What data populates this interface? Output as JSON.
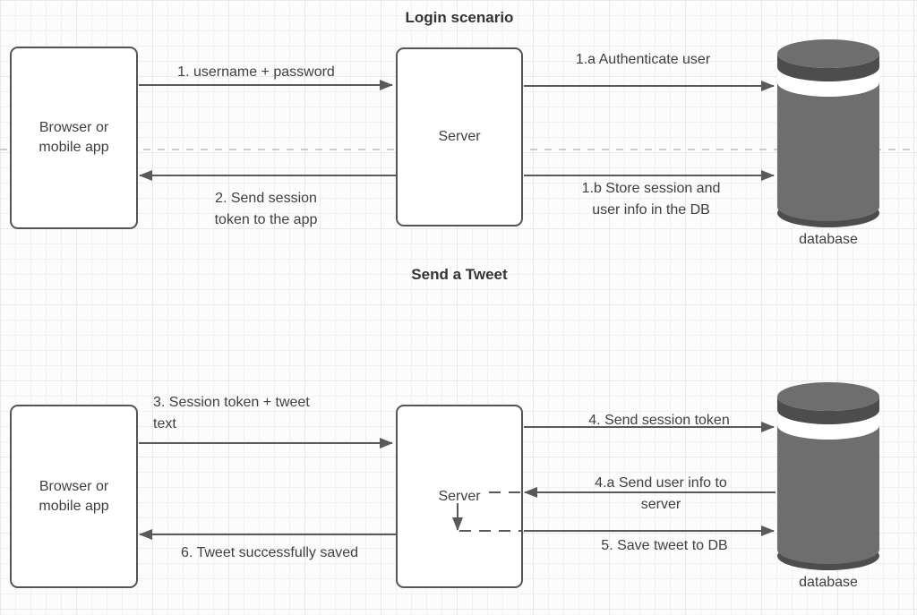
{
  "titles": {
    "login": "Login scenario",
    "tweet": "Send a Tweet"
  },
  "nodes": {
    "browser_top": {
      "lines": [
        "Browser or",
        "mobile app"
      ]
    },
    "server_top": {
      "label": "Server"
    },
    "db_top": {
      "label": "database"
    },
    "browser_bottom": {
      "lines": [
        "Browser or",
        "mobile app"
      ]
    },
    "server_bottom": {
      "label": "Server"
    },
    "db_bottom": {
      "label": "database"
    }
  },
  "flows": {
    "f1": {
      "lines": [
        "1. username + password"
      ]
    },
    "f1a": {
      "lines": [
        "1.a Authenticate user"
      ]
    },
    "f2": {
      "lines": [
        "2. Send session",
        "token to the app"
      ]
    },
    "f1b": {
      "lines": [
        "1.b Store session and",
        "user info in the DB"
      ]
    },
    "f3": {
      "lines": [
        "3. Session token + tweet",
        "text"
      ]
    },
    "f4": {
      "lines": [
        "4. Send session token"
      ]
    },
    "f4a": {
      "lines": [
        "4.a Send user info to",
        "server"
      ]
    },
    "f5": {
      "lines": [
        "5. Save tweet to DB"
      ]
    },
    "f6": {
      "lines": [
        "6. Tweet successfully saved"
      ]
    }
  },
  "icons": {
    "database_top": "database-cylinder-icon",
    "database_bottom": "database-cylinder-icon"
  },
  "colors": {
    "stroke": "#595959",
    "node-border": "#545454",
    "node-fill": "#ffffff",
    "text": "#3f3f3f",
    "cyl": "#6e6e6e",
    "cyl-dark": "#4d4d4d",
    "guide": "#cccccc",
    "grid-minor": "#f1f1f1",
    "grid-major": "#e9e9e9",
    "bg": "#fcfcfc"
  }
}
